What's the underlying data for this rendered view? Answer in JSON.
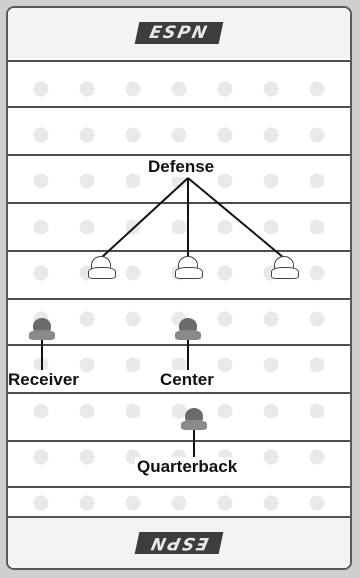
{
  "logos": {
    "top": "ESPN",
    "bottom": "ESPN"
  },
  "labels": {
    "defense": "Defense",
    "receiver": "Receiver",
    "center": "Center",
    "quarterback": "Quarterback"
  },
  "icons": {
    "defense_player": "defense-helmet-icon",
    "offense_player": "offense-player-icon"
  },
  "colors": {
    "frame": "#5a5a5a",
    "field": "#ffffff",
    "yard_line": "#4d4d4d",
    "logo_plate": "#3d3d3d"
  }
}
